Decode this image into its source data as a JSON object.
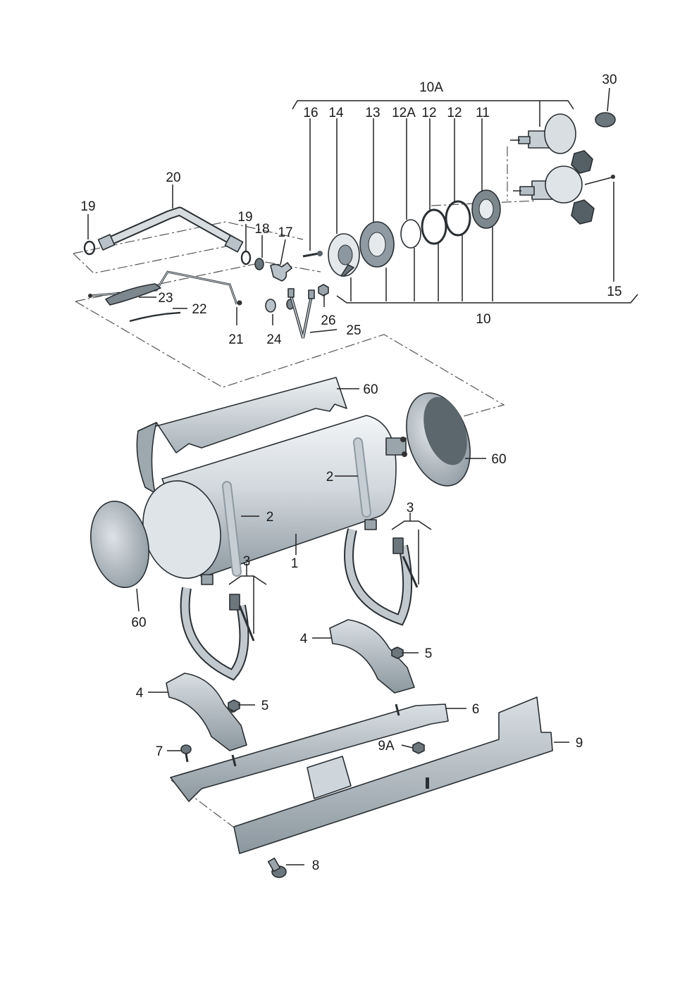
{
  "colors": {
    "metal_light": "#e9edf0",
    "metal_mid": "#c3cbd1",
    "metal_dark": "#7f8b94",
    "bracket": "#b7c0c7",
    "outline": "#2a2f33"
  },
  "labels": {
    "l30": "30",
    "l10a": "10A",
    "l16": "16",
    "l14": "14",
    "l13": "13",
    "l12a": "12A",
    "l12_1": "12",
    "l12_2": "12",
    "l11": "11",
    "l20": "20",
    "l19_1": "19",
    "l19_2": "19",
    "l18": "18",
    "l17": "17",
    "l15": "15",
    "l10": "10",
    "l23": "23",
    "l22": "22",
    "l21": "21",
    "l24": "24",
    "l26": "26",
    "l25": "25",
    "l60_top": "60",
    "l60_right": "60",
    "l60_left": "60",
    "l2_top": "2",
    "l2_mid": "2",
    "l1": "1",
    "l3_left": "3",
    "l3_right": "3",
    "l4_right": "4",
    "l4_left": "4",
    "l5_right": "5",
    "l5_left": "5",
    "l6": "6",
    "l7": "7",
    "l9a": "9A",
    "l9": "9",
    "l8": "8"
  }
}
